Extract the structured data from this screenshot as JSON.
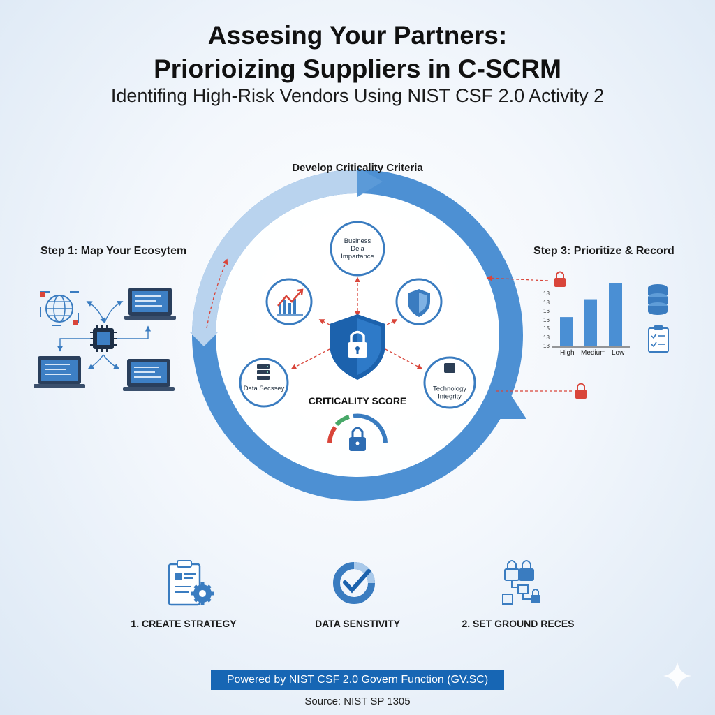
{
  "header": {
    "title_line1": "Assesing Your Partners:",
    "title_line2": "Priorioizing Suppliers in C-SCRM",
    "subtitle": "Identifing High-Risk Vendors Using NIST CSF 2.0 Activity 2"
  },
  "cycle": {
    "top_label": "Develop Criticality Criteria",
    "step1_label": "Step 1: Map Your Ecosytem",
    "step3_label": "Step 3: Prioritize & Record",
    "center_label": "CRITICALITY SCORE",
    "nodes": [
      {
        "id": "business",
        "lines": [
          "Business",
          "Dela",
          "Impartance"
        ]
      },
      {
        "id": "data",
        "lines": [
          "Data Secssey"
        ]
      },
      {
        "id": "technology",
        "lines": [
          "Technology",
          "Integrity"
        ]
      }
    ]
  },
  "step3_chart": {
    "categories": [
      "High",
      "Medium",
      "Low"
    ],
    "values": [
      16,
      26,
      35
    ],
    "tick_labels": [
      "18",
      "18",
      "16",
      "16",
      "15",
      "18",
      "13"
    ],
    "color": "#4a8fd4"
  },
  "bottom": {
    "items": [
      {
        "label": "1. CREATE STRATEGY",
        "icon": "clipboard-gear-icon"
      },
      {
        "label": "DATA SENSTIVITY",
        "icon": "check-gauge-icon"
      },
      {
        "label": "2. SET GROUND RECES",
        "icon": "lock-network-icon"
      }
    ]
  },
  "footer": {
    "banner": "Powered by NIST CSF 2.0 Govern Function (GV.SC)",
    "source": "Source: NIST SP 1305"
  },
  "colors": {
    "accent": "#1766b4",
    "ring": "#4a8fd4",
    "ring_light": "#b9d3ee",
    "alert": "#d9453a"
  }
}
